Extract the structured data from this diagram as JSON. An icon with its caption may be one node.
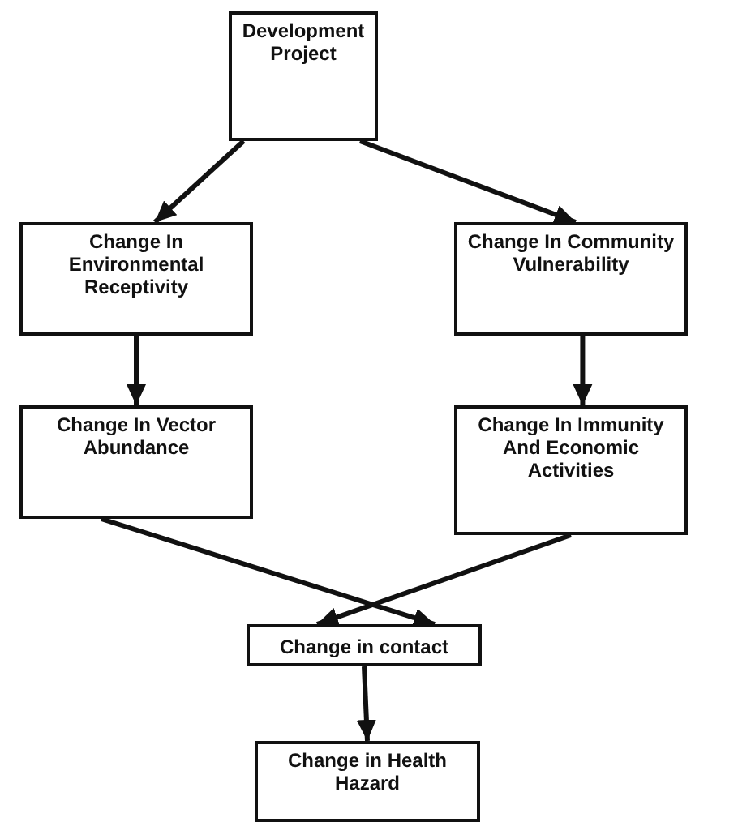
{
  "diagram": {
    "nodes": [
      {
        "text": [
          "Development Project"
        ]
      },
      {
        "text": [
          "Change In Environmental Receptivity"
        ]
      },
      {
        "text": [
          "Change In Community Vulnerability"
        ]
      },
      {
        "text": [
          "Change In Vector Abundance"
        ]
      },
      {
        "text": [
          "Change In Immunity And Economic Activities"
        ]
      },
      {
        "text": [
          "Change in contact"
        ]
      },
      {
        "text": [
          "Change in Health Hazard"
        ]
      }
    ],
    "edges": [
      {
        "from": 0,
        "to": 1,
        "arrow": "to"
      },
      {
        "from": 0,
        "to": 2,
        "arrow": "to"
      },
      {
        "from": 1,
        "to": 3,
        "arrow": "to"
      },
      {
        "from": 2,
        "to": 4,
        "arrow": "to"
      },
      {
        "from": 3,
        "to": 5,
        "arrow": "to"
      },
      {
        "from": 4,
        "to": 5,
        "arrow": "to"
      },
      {
        "from": 5,
        "to": 6,
        "arrow": "to"
      }
    ]
  }
}
